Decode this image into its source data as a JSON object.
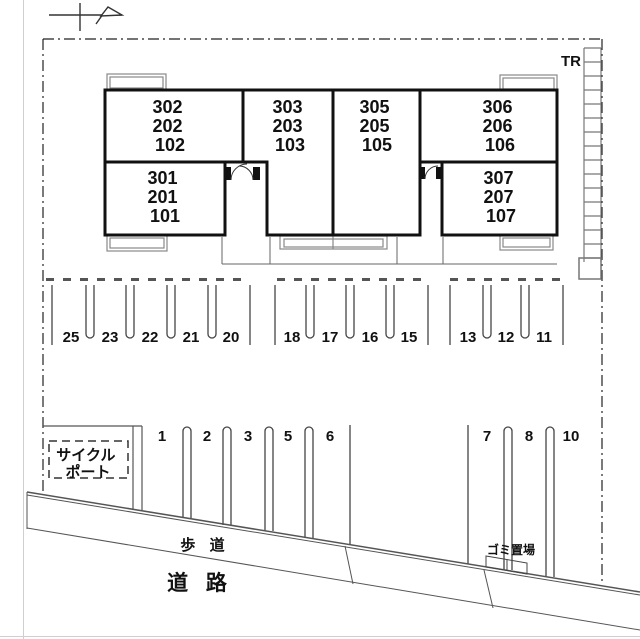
{
  "labels": {
    "tr": "TR",
    "sidewalk": "歩 道",
    "road": "道 路",
    "garbage": "ゴミ置場",
    "cycle_port_line1": "サイクル",
    "cycle_port_line2": "ポート"
  },
  "building_units": [
    {
      "lines": [
        "302",
        "202",
        "102"
      ]
    },
    {
      "lines": [
        "303",
        "203",
        "103"
      ]
    },
    {
      "lines": [
        "305",
        "205",
        "105"
      ]
    },
    {
      "lines": [
        "306",
        "206",
        "106"
      ]
    },
    {
      "lines": [
        "301",
        "201",
        "101"
      ]
    },
    {
      "lines": [
        "307",
        "207",
        "107"
      ]
    }
  ],
  "parking": {
    "upper_row": [
      "25",
      "23",
      "22",
      "21",
      "20",
      "18",
      "17",
      "16",
      "15",
      "13",
      "12",
      "11"
    ],
    "lower_row": [
      "1",
      "2",
      "3",
      "5",
      "6",
      "7",
      "8",
      "10"
    ]
  },
  "ink_color": "#1f1f1f"
}
